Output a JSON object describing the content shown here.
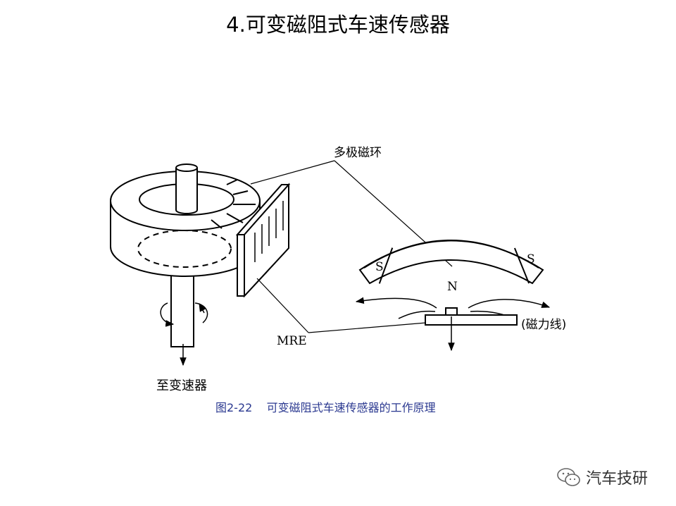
{
  "title": "4.可变磁阻式车速传感器",
  "diagram": {
    "labels": {
      "multipole_ring": "多极磁环",
      "mre": "MRE",
      "to_transmission": "至变速器",
      "pole_s_left": "S",
      "pole_s_right": "S",
      "pole_n": "N",
      "flux_lines": "(磁力线)"
    },
    "caption": "图2-22    可变磁阻式车速传感器的工作原理"
  },
  "watermark": {
    "icon": "wechat-icon",
    "text": "汽车技研"
  }
}
